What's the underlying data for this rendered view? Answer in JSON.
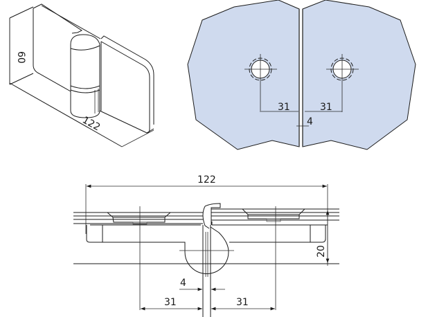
{
  "isometric_view": {
    "height_label": "60",
    "width_label": "122"
  },
  "glass_front_view": {
    "glass_color": "#cfdaee",
    "left_offset_label": "31",
    "right_offset_label": "31",
    "gap_label": "4"
  },
  "section_view": {
    "overall_width_label": "122",
    "depth_label": "20",
    "gap_label": "4",
    "left_offset_label": "31",
    "right_offset_label": "31"
  }
}
